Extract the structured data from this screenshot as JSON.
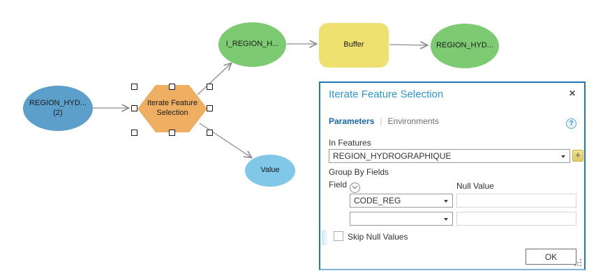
{
  "model": {
    "nodes": {
      "input_variable": {
        "line1": "REGION_HYD...",
        "line2": "(2)"
      },
      "iterator": {
        "line1": "Iterate Feature",
        "line2": "Selection"
      },
      "derived_selection": {
        "label": "I_REGION_H..."
      },
      "tool": {
        "label": "Buffer"
      },
      "derived_output": {
        "label": "REGION_HYD..."
      },
      "value_variable": {
        "label": "Value"
      }
    },
    "colors": {
      "input_variable": "#5D9FCB",
      "derived_data": "#7CCB72",
      "iterator": "#EFAF62",
      "tool": "#EFE170",
      "value_variable": "#81C7E8",
      "connector": "#8C8C8C"
    }
  },
  "dialog": {
    "title": "Iterate Feature Selection",
    "close_icon": "✕",
    "help_icon": "?",
    "tabs": [
      {
        "label": "Parameters",
        "active": true
      },
      {
        "label": "Environments",
        "active": false
      }
    ],
    "tab_separator": "|",
    "in_features": {
      "label": "In Features",
      "value": "REGION_HYDROGRAPHIQUE"
    },
    "browse_icon": "+",
    "group_by": {
      "label": "Group By Fields",
      "field_label": "Field",
      "null_value_label": "Null Value",
      "rows": [
        {
          "field": "CODE_REG",
          "null_value": ""
        },
        {
          "field": "",
          "null_value": ""
        }
      ]
    },
    "skip_null": {
      "label": "Skip Null Values",
      "checked": false
    },
    "ok_label": "OK",
    "accent_color": "#2079BE",
    "title_color": "#2E95D3"
  }
}
